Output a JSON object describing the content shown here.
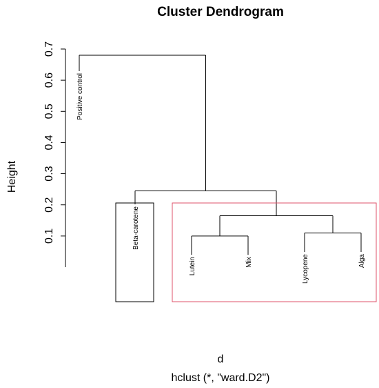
{
  "chart_data": {
    "type": "dendrogram",
    "title": "Cluster Dendrogram",
    "ylabel": "Height",
    "xlabel": "d",
    "sublabel": "hclust (*, \"ward.D2\")",
    "ylim": [
      0,
      0.7
    ],
    "yticks": [
      "0.1",
      "0.2",
      "0.3",
      "0.4",
      "0.5",
      "0.6",
      "0.7"
    ],
    "leaves": [
      "Positive control",
      "Beta-carotene",
      "Lutein",
      "Mix",
      "Lycopene",
      "Alga"
    ],
    "merges": [
      {
        "left": "Lutein",
        "right": "Mix",
        "height": 0.1
      },
      {
        "left": "Lycopene",
        "right": "Alga",
        "height": 0.11
      },
      {
        "left": "(Lutein, Mix)",
        "right": "(Lycopene, Alga)",
        "height": 0.165
      },
      {
        "left": "Beta-carotene",
        "right": "(Lutein, Mix, Lycopene, Alga)",
        "height": 0.245
      },
      {
        "left": "Positive control",
        "right": "(Beta-carotene, Lutein, Mix, Lycopene, Alga)",
        "height": 0.68
      }
    ],
    "cluster_boxes": [
      {
        "leaves": [
          "Beta-carotene"
        ],
        "color": "#000000"
      },
      {
        "leaves": [
          "Lutein",
          "Mix",
          "Lycopene",
          "Alga"
        ],
        "color": "#df536b"
      }
    ]
  }
}
